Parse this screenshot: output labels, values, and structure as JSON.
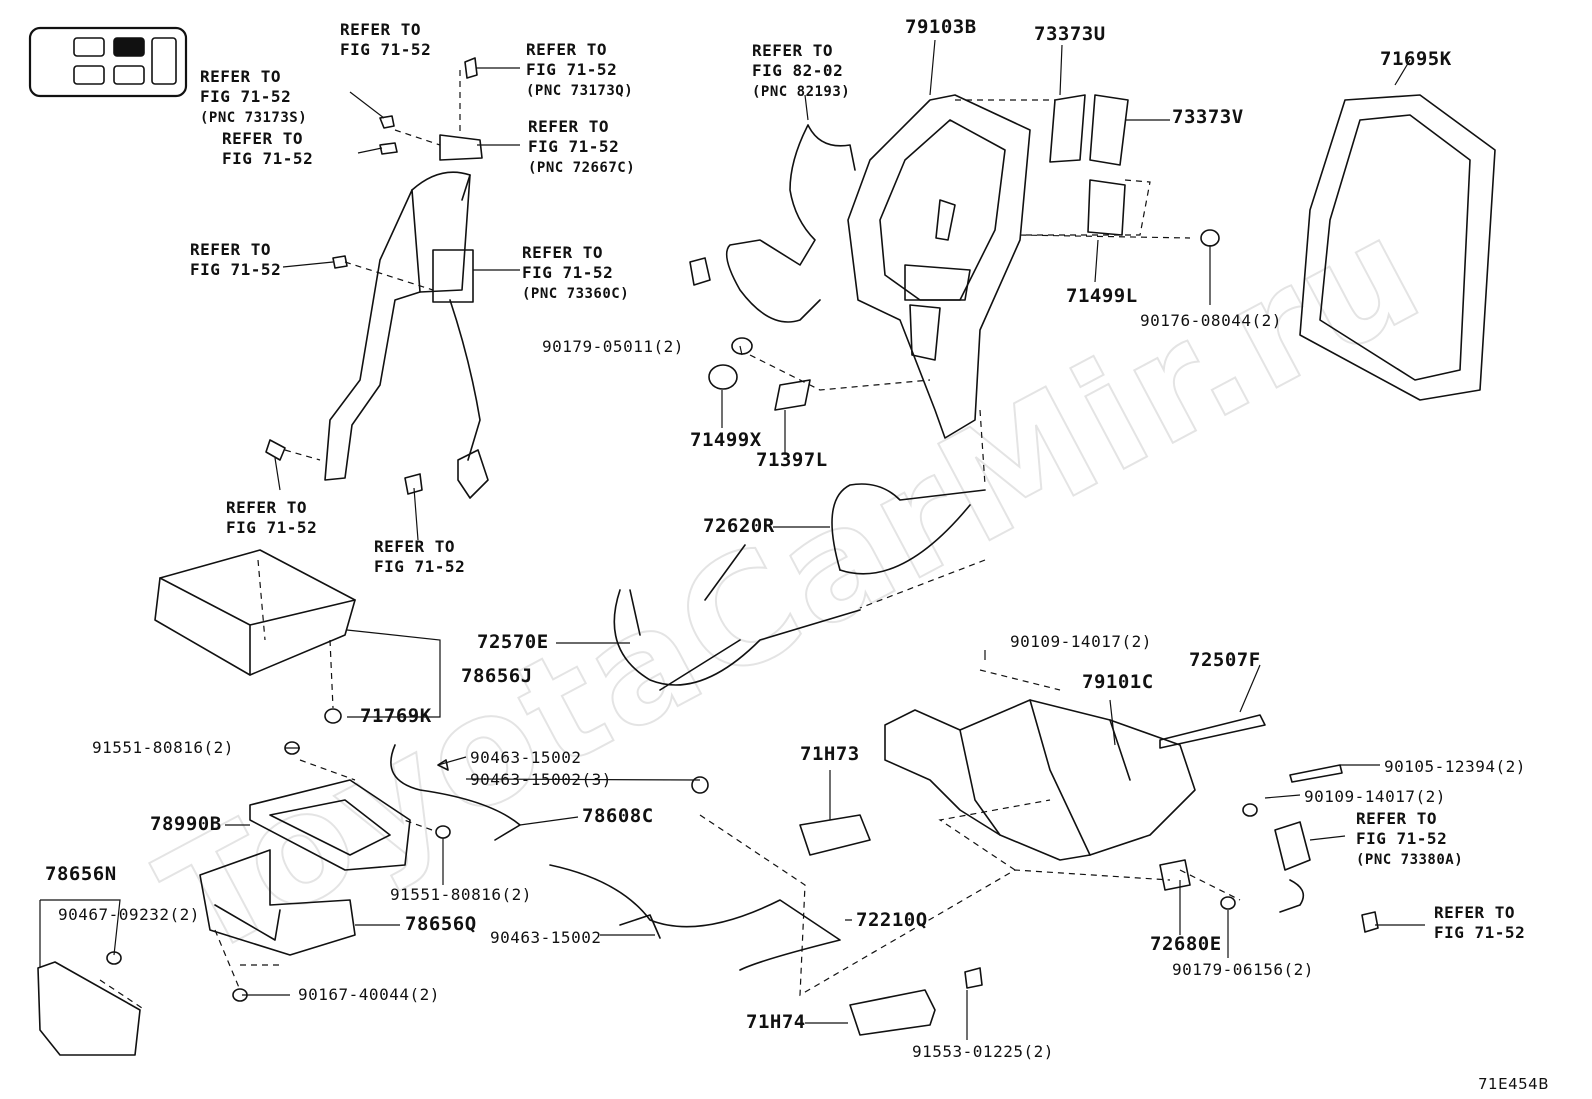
{
  "diagram_code": "71E454B",
  "watermark": "ToyotaCarMir.ru",
  "seat_icon": [
    "front-left",
    "front-right",
    "rear-left",
    "rear-right",
    "third-row"
  ],
  "labels": {
    "ref_tl1": {
      "l1": "REFER TO",
      "l2": "FIG 71-52"
    },
    "ref_tl2": {
      "l1": "REFER TO",
      "l2": "FIG 71-52",
      "l3": "(PNC 73173S)"
    },
    "ref_tl3": {
      "l1": "REFER TO",
      "l2": "FIG 71-52"
    },
    "ref_tr1": {
      "l1": "REFER TO",
      "l2": "FIG 71-52",
      "l3": "(PNC 73173Q)"
    },
    "ref_tr2": {
      "l1": "REFER TO",
      "l2": "FIG 71-52",
      "l3": "(PNC 72667C)"
    },
    "ref_ml": {
      "l1": "REFER TO",
      "l2": "FIG 71-52"
    },
    "ref_mr": {
      "l1": "REFER TO",
      "l2": "FIG 71-52",
      "l3": "(PNC 73360C)"
    },
    "ref_bl1": {
      "l1": "REFER TO",
      "l2": "FIG 71-52"
    },
    "ref_bl2": {
      "l1": "REFER TO",
      "l2": "FIG 71-52"
    },
    "ref_82": {
      "l1": "REFER TO",
      "l2": "FIG 82-02",
      "l3": "(PNC 82193)"
    },
    "ref_br1": {
      "l1": "REFER TO",
      "l2": "FIG 71-52",
      "l3": "(PNC 73380A)"
    },
    "ref_br2": {
      "l1": "REFER TO",
      "l2": "FIG 71-52"
    },
    "p79103B": "79103B",
    "p73373U": "73373U",
    "p73373V": "73373V",
    "p71695K": "71695K",
    "p71499L": "71499L",
    "p90176": "90176-08044(2)",
    "p90179a": "90179-05011(2)",
    "p71499X": "71499X",
    "p71397L": "71397L",
    "p72620R": "72620R",
    "p72570E": "72570E",
    "p78656J": "78656J",
    "p71769K": "71769K",
    "p90109a": "90109-14017(2)",
    "p72507F": "72507F",
    "p79101C": "79101C",
    "p91551a": "91551-80816(2)",
    "p90463a": "90463-15002",
    "p90463b": "90463-15002(3)",
    "p78608C": "78608C",
    "p71H73": "71H73",
    "p90105": "90105-12394(2)",
    "p90109b": "90109-14017(2)",
    "p78990B": "78990B",
    "p91551b": "91551-80816(2)",
    "p78656N": "78656N",
    "p90467": "90467-09232(2)",
    "p78656Q": "78656Q",
    "p90463c": "90463-15002",
    "p72210Q": "72210Q",
    "p72680E": "72680E",
    "p90179b": "90179-06156(2)",
    "p90167": "90167-40044(2)",
    "p71H74": "71H74",
    "p91553": "91553-01225(2)"
  }
}
